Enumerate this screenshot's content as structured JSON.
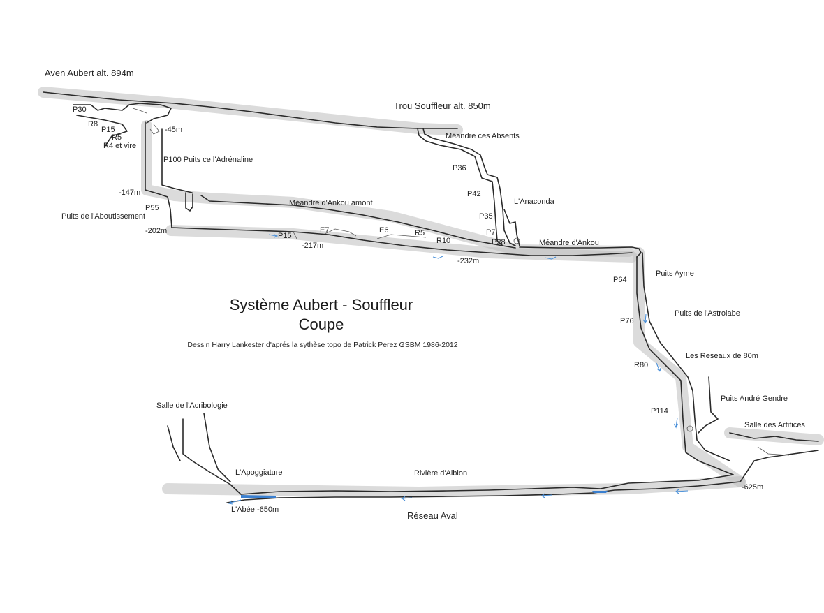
{
  "diagram": {
    "title": "Système Aubert - Souffleur",
    "subtitle": "Coupe",
    "credit": "Dessin Harry Lankester d'aprés la sythèse topo de Patrick Perez GSBM 1986-2012",
    "entrances": {
      "aven_aubert": "Aven Aubert alt. 894m",
      "trou_souffleur": "Trou Souffleur alt. 850m"
    },
    "labels": {
      "p30": "P30",
      "r8": "R8",
      "p15_top": "P15",
      "r5_top": "R5",
      "r4_vire": "R4 et vire",
      "depth_45": "-45m",
      "p100": "P100 Puits ce l'Adrénaline",
      "depth_147": "-147m",
      "p55": "P55",
      "puits_aboutissement": "Puits de l'Aboutissement",
      "depth_202": "-202m",
      "p15": "P15",
      "depth_217": "-217m",
      "e7": "E7",
      "e6": "E6",
      "r5": "R5",
      "r10": "R10",
      "meandre_ankou_amont": "Méandre d'Ankou amont",
      "depth_232": "-232m",
      "meandre_absents": "Méandre ces Absents",
      "p36": "P36",
      "p42": "P42",
      "p35": "P35",
      "p7": "P7",
      "p28": "P28",
      "anaconda": "L'Anaconda",
      "meandre_ankou": "Méandre d'Ankou",
      "p64": "P64",
      "puits_ayme": "Puits Ayme",
      "p76": "P76",
      "puits_astrolabe": "Puits de l'Astrolabe",
      "r80": "R80",
      "reseaux_80": "Les Reseaux de 80m",
      "puits_andre_gendre": "Puits André Gendre",
      "p114": "P114",
      "salle_artifices": "Salle des Artifices",
      "depth_625": "-625m",
      "salle_acribologie": "Salle de l'Acribologie",
      "apoggiature": "L'Apoggiature",
      "riviere_albion": "Rivière d'Albion",
      "abee": "L'Abée -650m",
      "reseau_aval": "Réseau Aval"
    }
  }
}
